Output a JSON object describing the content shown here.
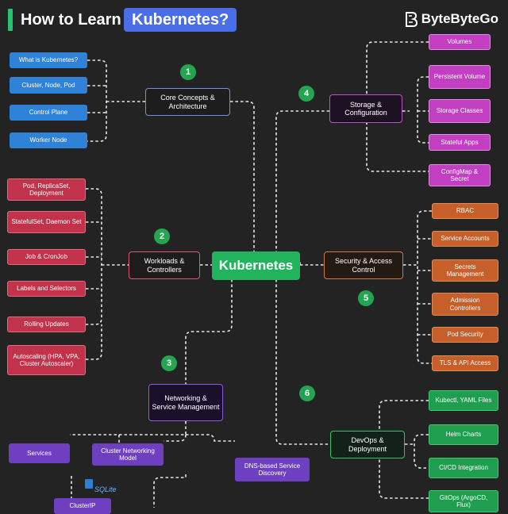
{
  "header": {
    "title_prefix": "How to Learn",
    "title_highlight": "Kubernetes?",
    "brand": "ByteByteGo"
  },
  "center": {
    "label": "Kubernetes"
  },
  "topics": [
    {
      "number": "1",
      "label": "Core Concepts & Architecture",
      "items": [
        "What is Kubernetes?",
        "Cluster, Node, Pod",
        "Control Plane",
        "Worker Node"
      ]
    },
    {
      "number": "2",
      "label": "Workloads & Controllers",
      "items": [
        "Pod, ReplicaSet, Deployment",
        "StatefulSet, Daemon Set",
        "Job & CronJob",
        "Labels and Selectors",
        "Rolling Updates",
        "Autoscaling (HPA, VPA, Cluster Autoscaler)"
      ]
    },
    {
      "number": "3",
      "label": "Networking & Service Management",
      "items": [
        "Services",
        "Cluster Networking Model",
        "DNS-based Service Discovery",
        "ClusterIP"
      ]
    },
    {
      "number": "4",
      "label": "Storage & Configuration",
      "items": [
        "Volumes",
        "Persistent Volume",
        "Storage Classes",
        "Stateful Apps",
        "ConfigMap & Secret"
      ]
    },
    {
      "number": "5",
      "label": "Security & Access Control",
      "items": [
        "RBAC",
        "Service Accounts",
        "Secrets Management",
        "Admission Controllers",
        "Pod Security",
        "TLS & API Access"
      ]
    },
    {
      "number": "6",
      "label": "DevOps & Deployment",
      "items": [
        "Kubectl, YAML Files",
        "Helm Charts",
        "CI/CD Integration",
        "GitOps (ArgoCD, Flux)"
      ]
    }
  ],
  "watermark": "SQLite",
  "colors": {
    "background": "#232323",
    "accent_green": "#22b45c",
    "title_blue": "#4a6ee8",
    "core_blue": "#2e82d8",
    "workload_red": "#c0334b",
    "storage_purple": "#c23fc2",
    "security_orange": "#c75f2a",
    "devops_green": "#1e9e4e",
    "network_violet": "#6f3fc2"
  }
}
